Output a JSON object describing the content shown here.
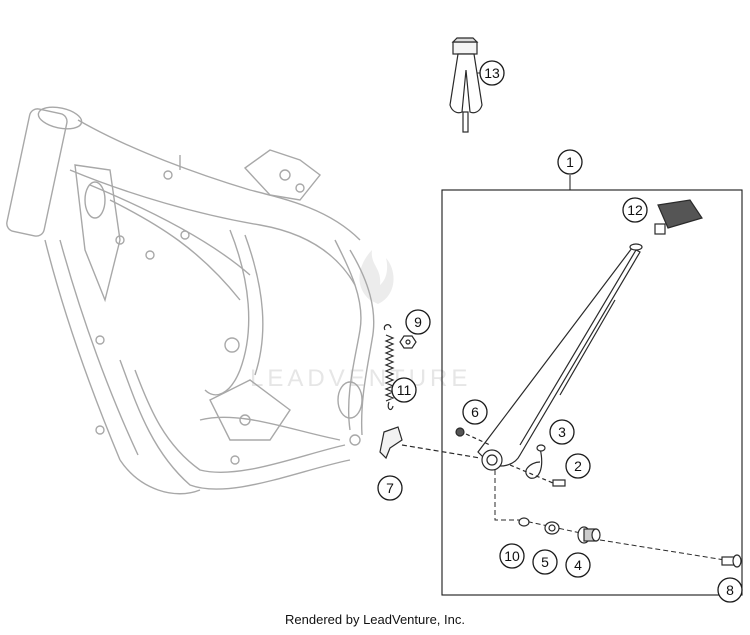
{
  "watermark": "LEADVENTURE",
  "credit": "Rendered by LeadVenture, Inc.",
  "callouts": [
    {
      "id": "1",
      "label": "1"
    },
    {
      "id": "2",
      "label": "2"
    },
    {
      "id": "3",
      "label": "3"
    },
    {
      "id": "4",
      "label": "4"
    },
    {
      "id": "5",
      "label": "5"
    },
    {
      "id": "6",
      "label": "6"
    },
    {
      "id": "7",
      "label": "7"
    },
    {
      "id": "8",
      "label": "8"
    },
    {
      "id": "9",
      "label": "9"
    },
    {
      "id": "10",
      "label": "10"
    },
    {
      "id": "11",
      "label": "11"
    },
    {
      "id": "12",
      "label": "12"
    },
    {
      "id": "13",
      "label": "13"
    }
  ],
  "colors": {
    "frame": "#a8a8a8",
    "ink": "#1a1a1a",
    "watermark": "#e6e6e6"
  }
}
